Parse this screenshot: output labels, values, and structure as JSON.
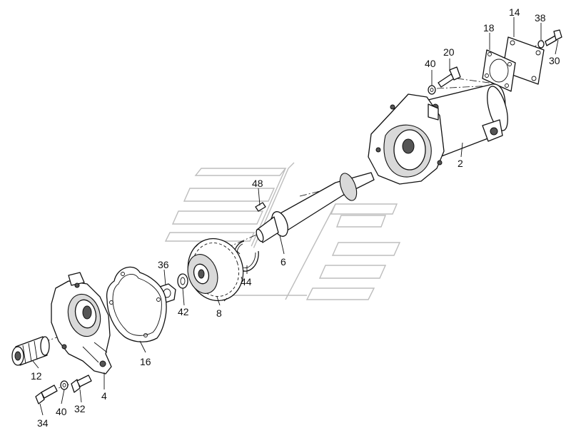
{
  "callouts": [
    {
      "id": "c14",
      "text": "14"
    },
    {
      "id": "c38",
      "text": "38"
    },
    {
      "id": "c18",
      "text": "18"
    },
    {
      "id": "c30",
      "text": "30"
    },
    {
      "id": "c20",
      "text": "20"
    },
    {
      "id": "c40a",
      "text": "40"
    },
    {
      "id": "c2",
      "text": "2"
    },
    {
      "id": "c48",
      "text": "48"
    },
    {
      "id": "c6",
      "text": "6"
    },
    {
      "id": "c36",
      "text": "36"
    },
    {
      "id": "c44",
      "text": "44"
    },
    {
      "id": "c42",
      "text": "42"
    },
    {
      "id": "c8",
      "text": "8"
    },
    {
      "id": "c16",
      "text": "16"
    },
    {
      "id": "c12",
      "text": "12"
    },
    {
      "id": "c4",
      "text": "4"
    },
    {
      "id": "c40b",
      "text": "40"
    },
    {
      "id": "c32",
      "text": "32"
    },
    {
      "id": "c34",
      "text": "34"
    }
  ]
}
